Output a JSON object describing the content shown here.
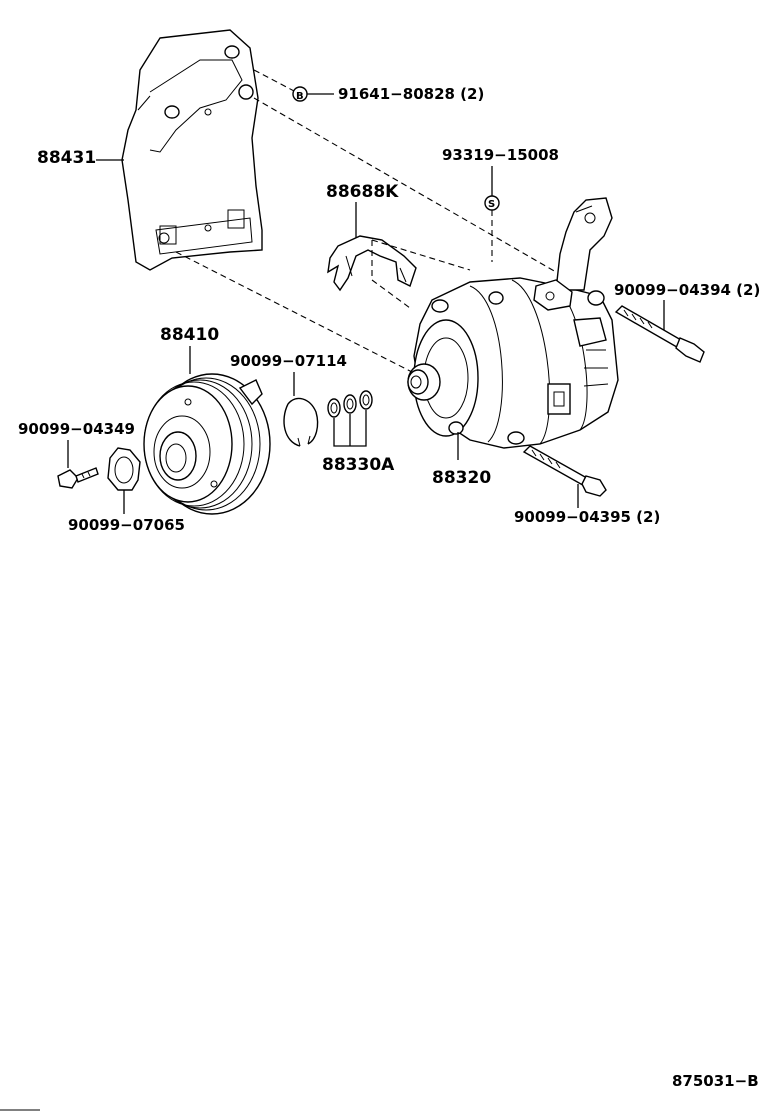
{
  "labels": {
    "p88431": "88431",
    "p91641": "91641−80828 (2)",
    "p93319": "93319−15008",
    "p88688k": "88688K",
    "p90099_04394": "90099−04394 (2)",
    "p88410": "88410",
    "p90099_07114": "90099−07114",
    "p90099_04349": "90099−04349",
    "p88330a": "88330A",
    "p88320": "88320",
    "p90099_07065": "90099−07065",
    "p90099_04395": "90099−04395 (2)",
    "diagram_code": "875031−B"
  },
  "markers": {
    "bolt_marker": "B",
    "seal_marker": "S"
  }
}
